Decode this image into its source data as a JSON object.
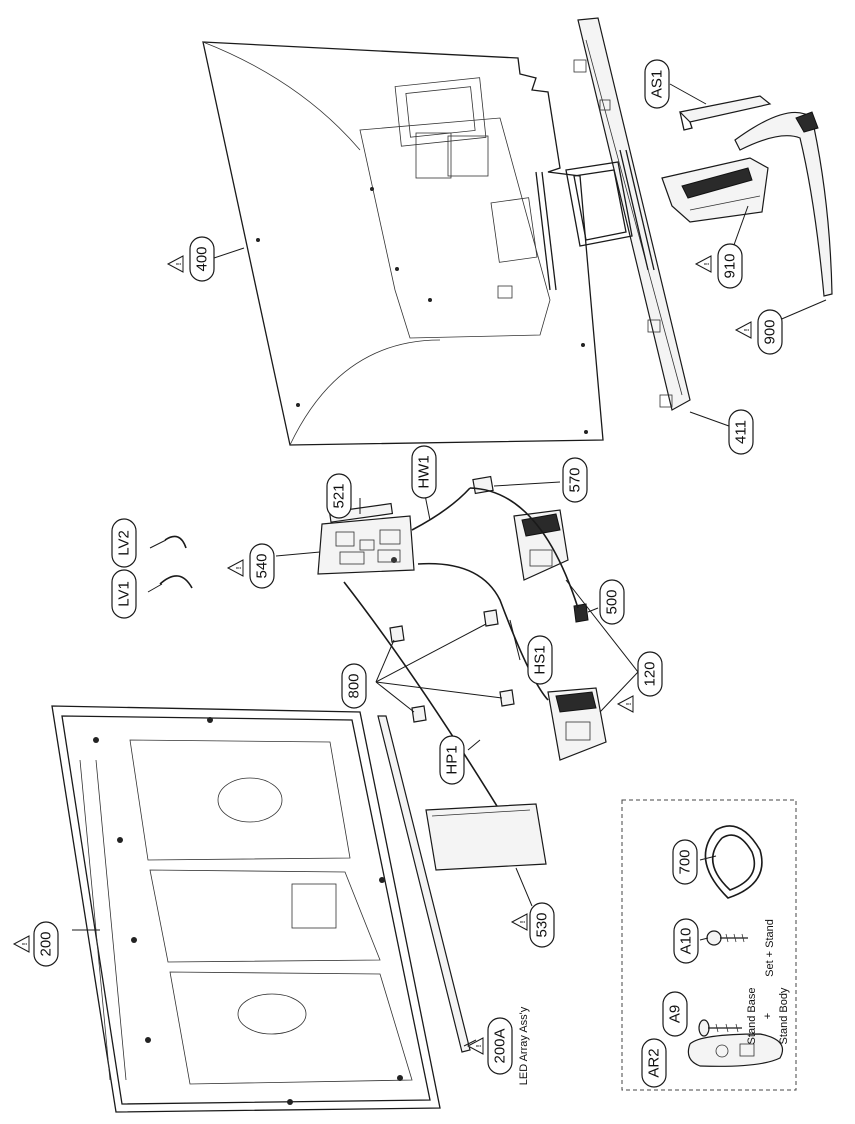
{
  "callouts": {
    "c400": "400",
    "c411": "411",
    "cAS1": "AS1",
    "c910": "910",
    "c900": "900",
    "c521": "521",
    "cHW1": "HW1",
    "c570": "570",
    "cLV2": "LV2",
    "cLV1": "LV1",
    "c540": "540",
    "c500": "500",
    "c120": "120",
    "cHS1": "HS1",
    "c800": "800",
    "cHP1": "HP1",
    "c530": "530",
    "c200": "200",
    "c200A": "200A",
    "c700": "700",
    "cA10": "A10",
    "cA9": "A9",
    "cAR2": "AR2"
  },
  "notes": {
    "led_array": "LED Array Ass'y",
    "set_stand": "Set + Stand",
    "stand_base": "Stand Base",
    "plus": "+",
    "stand_body": "Stand Body"
  },
  "warning_symbol": "!"
}
